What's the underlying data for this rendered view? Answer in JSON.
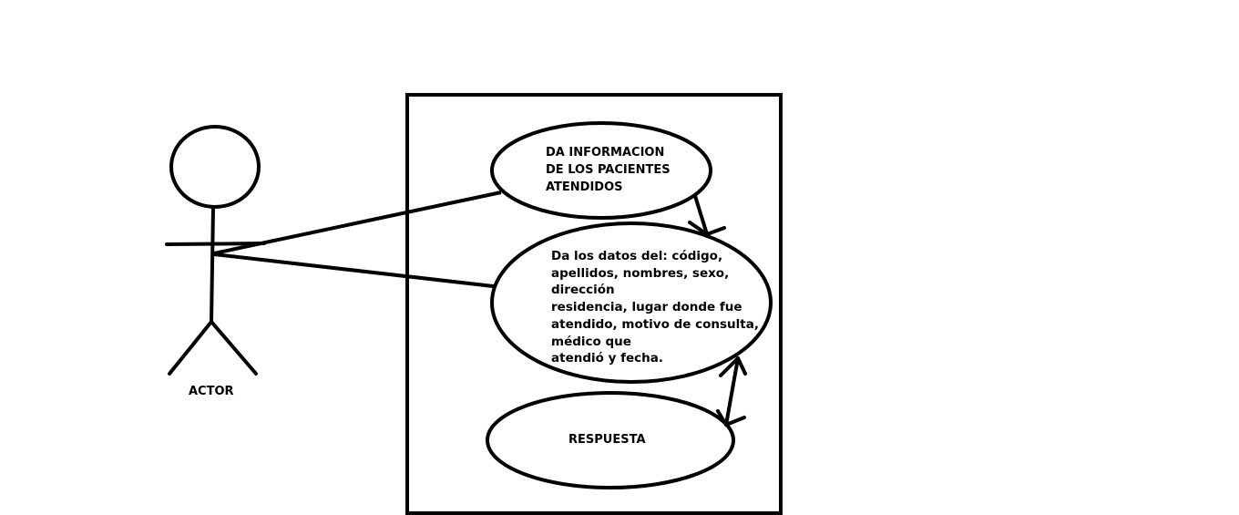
{
  "actor": {
    "label": "ACTOR"
  },
  "use_cases": [
    {
      "lines": [
        "DA INFORMACION",
        "DE LOS PACIENTES",
        "ATENDIDOS"
      ]
    },
    {
      "lines": [
        "Da los datos del: código,",
        "apellidos, nombres, sexo,",
        "dirección",
        "residencia, lugar donde fue",
        "atendido, motivo de consulta,",
        "médico que",
        "atendió y fecha."
      ]
    },
    {
      "lines": [
        "RESPUESTA"
      ]
    }
  ],
  "colors": {
    "stroke": "#000000",
    "background": "#ffffff"
  }
}
